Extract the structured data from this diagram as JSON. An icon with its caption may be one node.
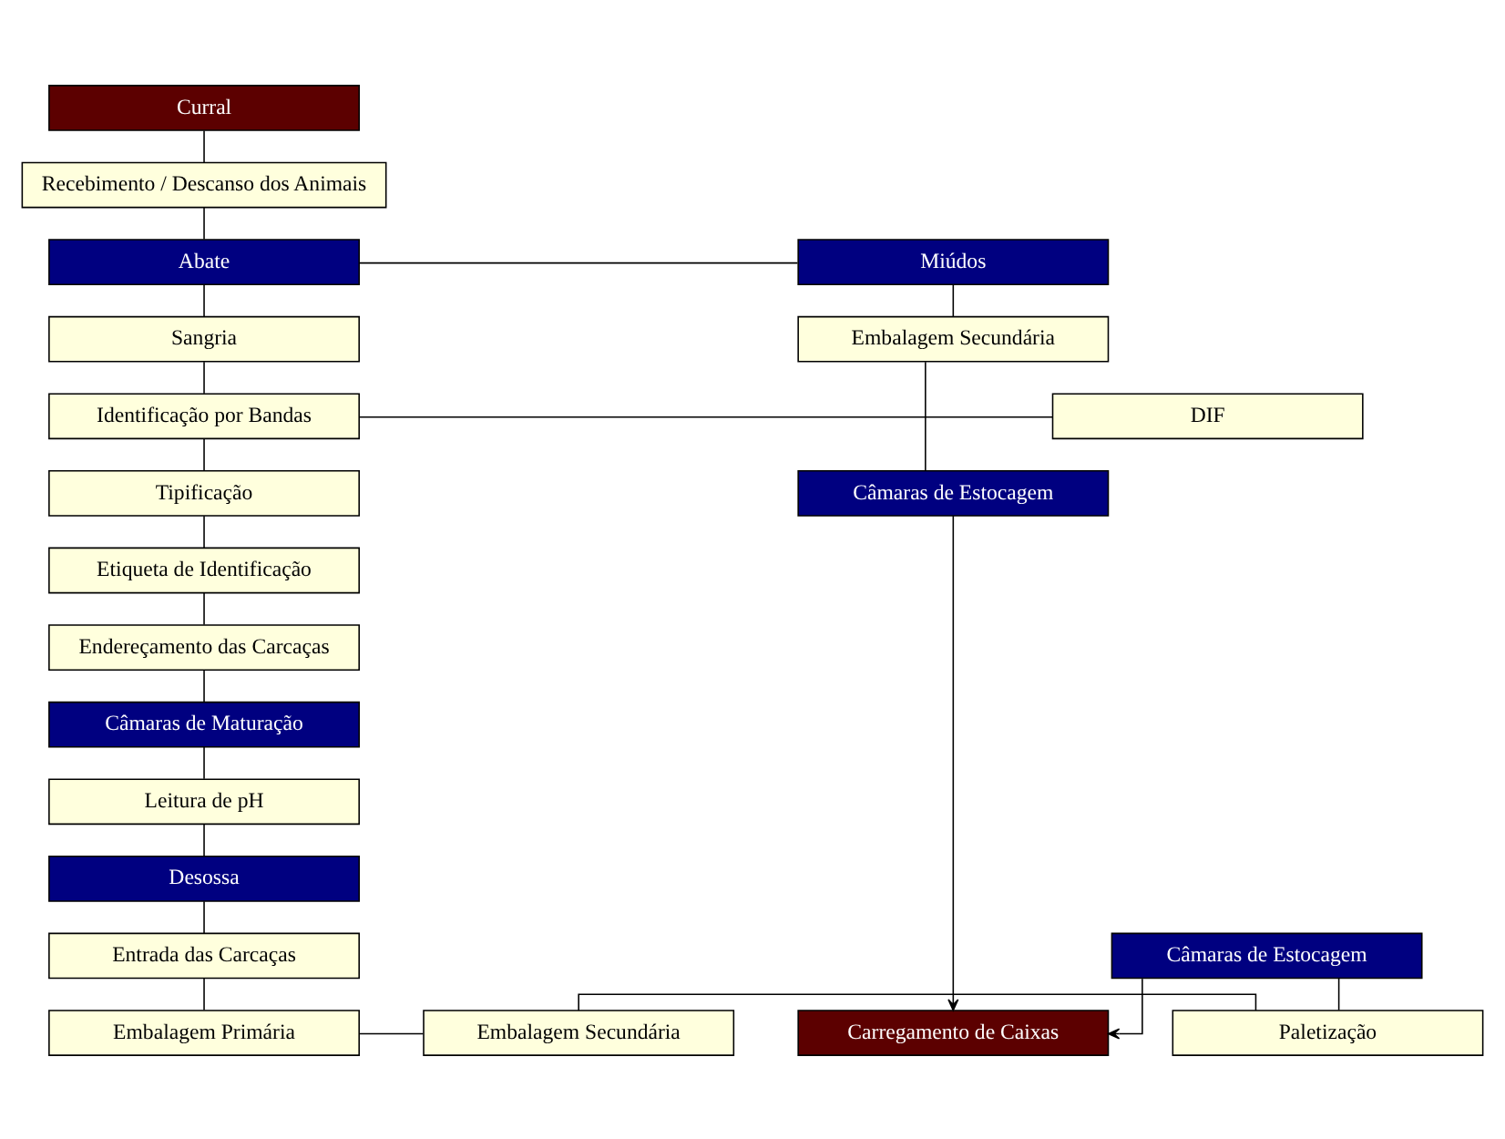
{
  "diagram": {
    "nodes": [
      {
        "text": [
          "Curral"
        ]
      },
      {
        "text": [
          "Recebimento / Descanso dos Animais"
        ]
      },
      {
        "text": [
          "Abate"
        ]
      },
      {
        "text": [
          "Miúdos"
        ]
      },
      {
        "text": [
          "Sangria"
        ]
      },
      {
        "text": [
          "Embalagem Secundária"
        ]
      },
      {
        "text": [
          "DIF"
        ]
      },
      {
        "text": [
          "Identificação por Bandas"
        ]
      },
      {
        "text": [
          "Câmaras de Estocagem"
        ]
      },
      {
        "text": [
          "Tipificação"
        ]
      },
      {
        "text": [
          "Etiqueta de Identificação"
        ]
      },
      {
        "text": [
          "Carregamento de Caixas"
        ]
      },
      {
        "text": [
          "Endereçamento das Carcaças"
        ]
      },
      {
        "text": [
          "Câmaras de Maturação"
        ]
      },
      {
        "text": [
          "Leitura de pH"
        ]
      },
      {
        "text": [
          "Desossa"
        ]
      },
      {
        "text": [
          "Câmaras de Estocagem"
        ]
      },
      {
        "text": [
          "Entrada das Carcaças"
        ]
      },
      {
        "text": [
          "Embalagem Primária"
        ]
      },
      {
        "text": [
          "Embalagem Secundária"
        ]
      },
      {
        "text": [
          "Paletização"
        ]
      }
    ],
    "edges": [
      {
        "from": 0,
        "to": 1,
        "arrow": "none"
      },
      {
        "from": 1,
        "to": 2,
        "arrow": "none"
      },
      {
        "from": 2,
        "to": 3,
        "arrow": "none"
      },
      {
        "from": 2,
        "to": 4,
        "arrow": "none"
      },
      {
        "from": 3,
        "to": 5,
        "arrow": "none"
      },
      {
        "from": 4,
        "to": 7,
        "arrow": "none"
      },
      {
        "from": 7,
        "to": 6,
        "arrow": "none"
      },
      {
        "from": 5,
        "to": 8,
        "arrow": "none"
      },
      {
        "from": 8,
        "to": 11,
        "arrow": "to"
      },
      {
        "from": 7,
        "to": 9,
        "arrow": "none"
      },
      {
        "from": 9,
        "to": 10,
        "arrow": "none"
      },
      {
        "from": 10,
        "to": 12,
        "arrow": "none"
      },
      {
        "from": 12,
        "to": 13,
        "arrow": "none"
      },
      {
        "from": 13,
        "to": 14,
        "arrow": "none"
      },
      {
        "from": 14,
        "to": 15,
        "arrow": "none"
      },
      {
        "from": 15,
        "to": 17,
        "arrow": "none"
      },
      {
        "from": 17,
        "to": 18,
        "arrow": "none"
      },
      {
        "from": 18,
        "to": 19,
        "arrow": "none"
      },
      {
        "from": 19,
        "to": 20,
        "arrow": "none"
      },
      {
        "from": 20,
        "to": 16,
        "arrow": "none"
      },
      {
        "from": 16,
        "to": 11,
        "arrow": "to"
      }
    ]
  }
}
